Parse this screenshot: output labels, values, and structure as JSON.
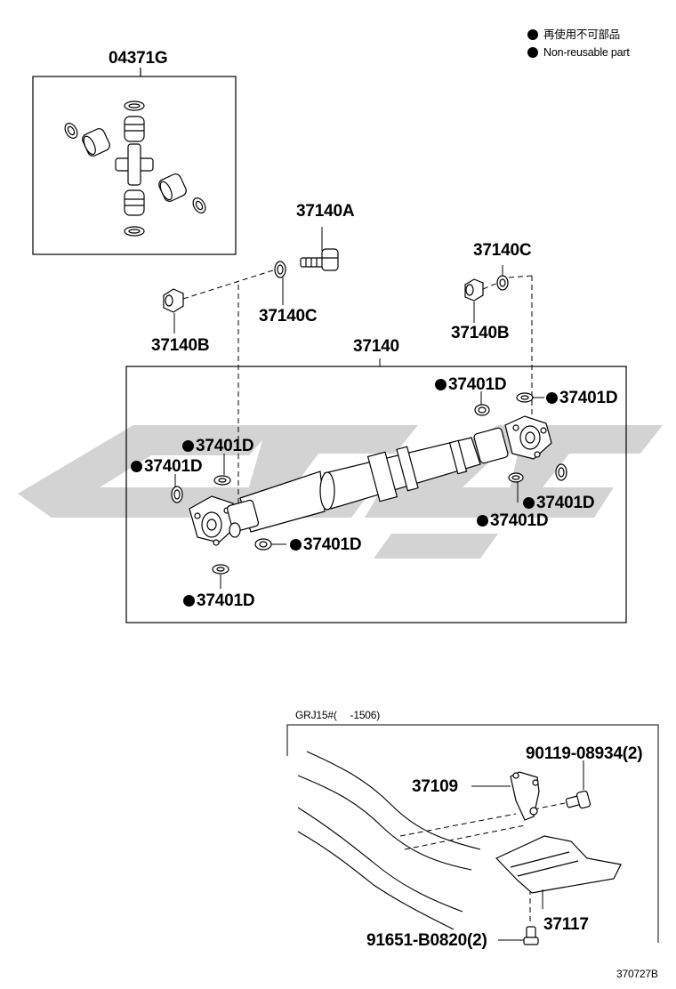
{
  "legend": {
    "line1": "再使用不可部品",
    "line2": "Non-reusable part"
  },
  "labels": {
    "kit": "04371G",
    "bolt": "37140A",
    "washer_left": "37140C",
    "washer_right": "37140C",
    "nut_left": "37140B",
    "nut_right": "37140B",
    "shaft_assy": "37140",
    "snap_ring": "37401D",
    "variant_note": "GRJ15#(　 -1506)",
    "bolt_lower": "90119-08934(2)",
    "bracket": "37109",
    "cover": "37117",
    "bolt_bottom": "91651-B0820(2)",
    "diagram_code": "370727B"
  }
}
